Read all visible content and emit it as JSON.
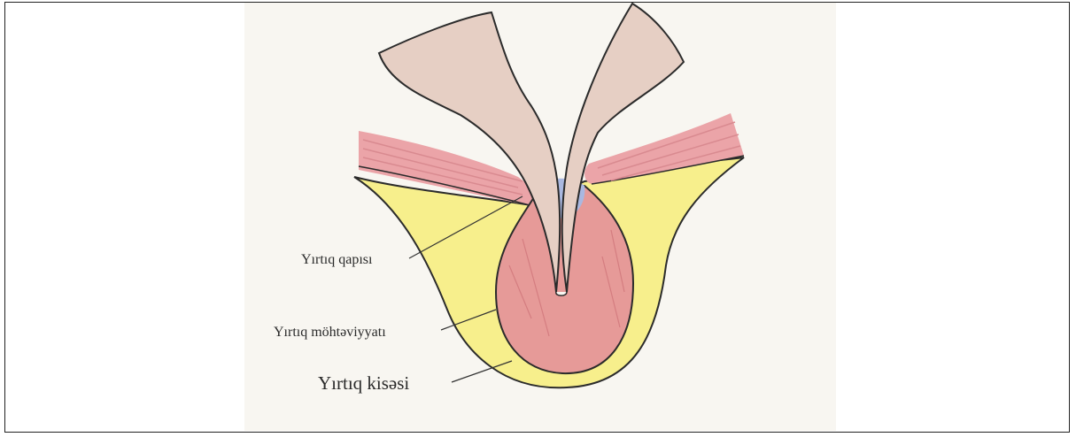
{
  "figure": {
    "labels": {
      "hernia_gate": "Yırtıq qapısı",
      "hernia_content": "Yırtıq möhtəviyyatı",
      "hernia_sac": "Yırtıq kisəsi"
    },
    "colors": {
      "frame_border": "#222222",
      "paper": "#f8f6f1",
      "intestine_tan": "#e6cfc4",
      "muscle_pink": "#eba4a8",
      "sac_yellow": "#f7ef8c",
      "bulge_red": "#e69a98",
      "neck_blue": "#aab8e0",
      "outline": "#2b2b2b"
    }
  }
}
